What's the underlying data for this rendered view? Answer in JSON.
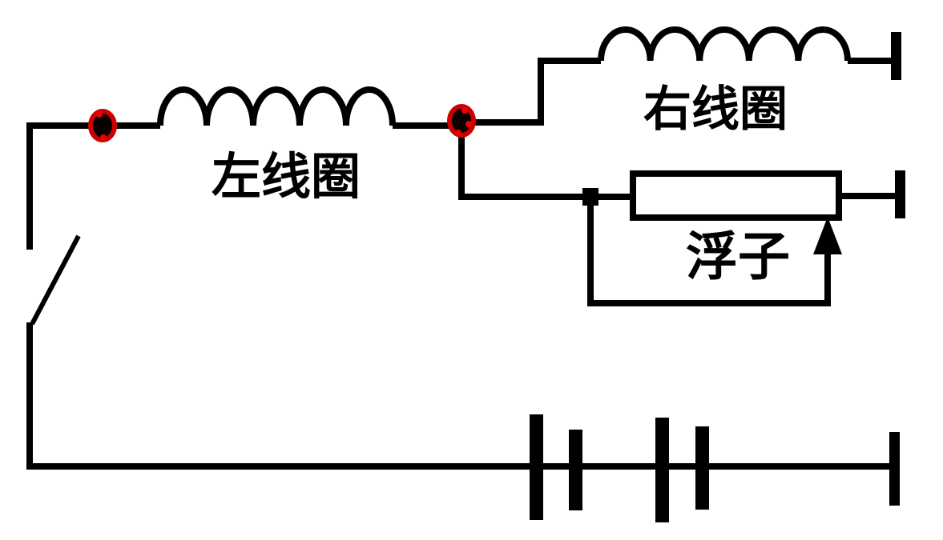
{
  "diagram": {
    "type": "circuit-schematic",
    "background_color": "#ffffff",
    "wire_color": "#000000",
    "terminal_dot_color": "#cc0000",
    "labels": {
      "left_coil": "左线圈",
      "right_coil": "右线圈",
      "float": "浮子"
    },
    "components": [
      {
        "name": "left-coil",
        "kind": "inductor",
        "humps": 5,
        "label": "左线圈"
      },
      {
        "name": "right-coil",
        "kind": "inductor",
        "humps": 5,
        "label": "右线圈"
      },
      {
        "name": "float-rheostat",
        "kind": "rheostat-with-wiper-arrow",
        "label": "浮子"
      },
      {
        "name": "battery",
        "kind": "battery",
        "cells": 2
      },
      {
        "name": "knife-switch",
        "kind": "switch-open"
      },
      {
        "name": "terminal-dot-left",
        "kind": "red-terminal"
      },
      {
        "name": "terminal-dot-middle",
        "kind": "red-terminal"
      },
      {
        "name": "terminal-bar-top",
        "kind": "wire-terminal"
      },
      {
        "name": "terminal-bar-middle",
        "kind": "wire-terminal"
      },
      {
        "name": "terminal-bar-bottom",
        "kind": "wire-terminal"
      }
    ]
  }
}
